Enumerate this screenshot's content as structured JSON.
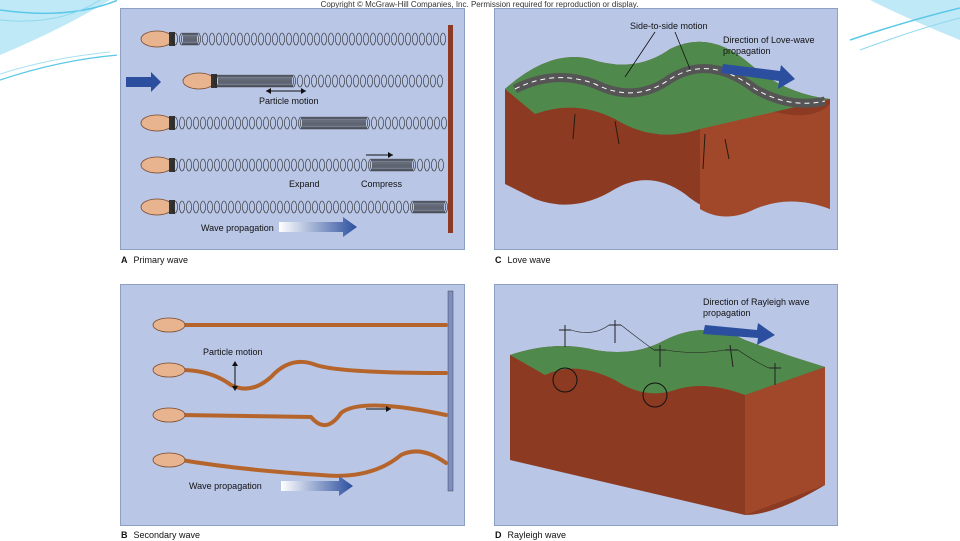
{
  "copyright": "Copyright © McGraw-Hill Companies, Inc. Permission required for reproduction or display.",
  "colors": {
    "panel_bg": "#b9c6e6",
    "slide_cyan": "#5cc8e8",
    "rope": "#b5652b",
    "ground_green": "#4f8a4c",
    "earth_red": "#8c3a22",
    "arrow_blue": "#2b4f9e"
  },
  "panels": {
    "a": {
      "letter": "A",
      "caption": "Primary wave",
      "labels": {
        "particle_motion": "Particle motion",
        "expand": "Expand",
        "compress": "Compress",
        "wave_propagation": "Wave propagation"
      }
    },
    "b": {
      "letter": "B",
      "caption": "Secondary wave",
      "labels": {
        "particle_motion": "Particle motion",
        "wave_propagation": "Wave propagation"
      }
    },
    "c": {
      "letter": "C",
      "caption": "Love wave",
      "labels": {
        "side_to_side": "Side-to-side motion",
        "direction_line1": "Direction of Love-wave",
        "direction_line2": "propagation"
      }
    },
    "d": {
      "letter": "D",
      "caption": "Rayleigh wave",
      "labels": {
        "direction_line1": "Direction of Rayleigh wave",
        "direction_line2": "propagation"
      }
    }
  }
}
